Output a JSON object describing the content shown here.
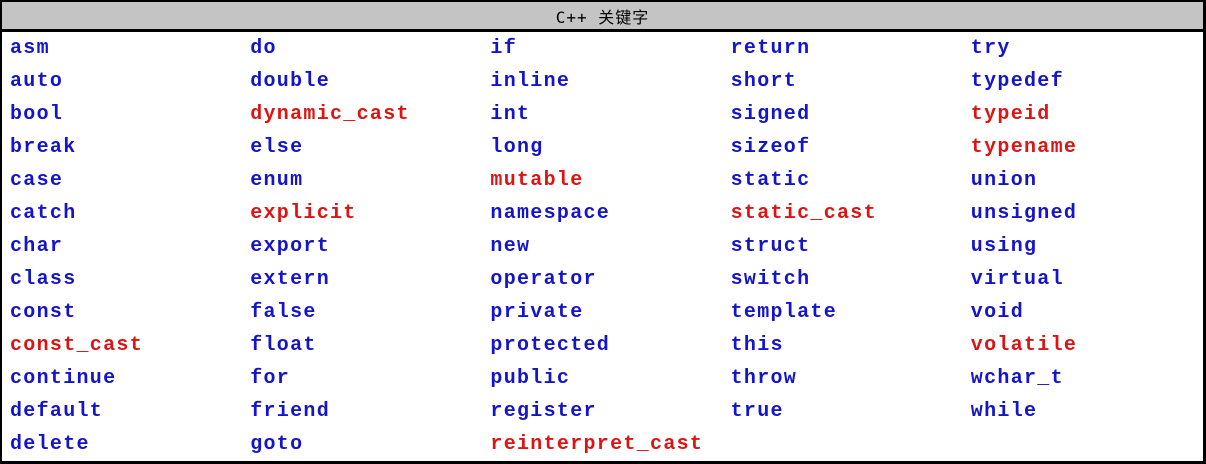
{
  "header": {
    "title": "C++ 关键字"
  },
  "colors": {
    "blue": "#1414C8",
    "red": "#DC1414",
    "header_bg": "#C4C4C4",
    "body_bg": "#FFFFFF",
    "border": "#000000"
  },
  "table": {
    "columns": 5,
    "rows": [
      [
        {
          "label": "asm",
          "color": "blue"
        },
        {
          "label": "do",
          "color": "blue"
        },
        {
          "label": "if",
          "color": "blue"
        },
        {
          "label": "return",
          "color": "blue"
        },
        {
          "label": "try",
          "color": "blue"
        }
      ],
      [
        {
          "label": "auto",
          "color": "blue"
        },
        {
          "label": "double",
          "color": "blue"
        },
        {
          "label": "inline",
          "color": "blue"
        },
        {
          "label": "short",
          "color": "blue"
        },
        {
          "label": "typedef",
          "color": "blue"
        }
      ],
      [
        {
          "label": "bool",
          "color": "blue"
        },
        {
          "label": "dynamic_cast",
          "color": "red"
        },
        {
          "label": "int",
          "color": "blue"
        },
        {
          "label": "signed",
          "color": "blue"
        },
        {
          "label": "typeid",
          "color": "red"
        }
      ],
      [
        {
          "label": "break",
          "color": "blue"
        },
        {
          "label": "else",
          "color": "blue"
        },
        {
          "label": "long",
          "color": "blue"
        },
        {
          "label": "sizeof",
          "color": "blue"
        },
        {
          "label": "typename",
          "color": "red"
        }
      ],
      [
        {
          "label": "case",
          "color": "blue"
        },
        {
          "label": "enum",
          "color": "blue"
        },
        {
          "label": "mutable",
          "color": "red"
        },
        {
          "label": "static",
          "color": "blue"
        },
        {
          "label": "union",
          "color": "blue"
        }
      ],
      [
        {
          "label": "catch",
          "color": "blue"
        },
        {
          "label": "explicit",
          "color": "red"
        },
        {
          "label": "namespace",
          "color": "blue"
        },
        {
          "label": "static_cast",
          "color": "red"
        },
        {
          "label": "unsigned",
          "color": "blue"
        }
      ],
      [
        {
          "label": "char",
          "color": "blue"
        },
        {
          "label": "export",
          "color": "blue"
        },
        {
          "label": "new",
          "color": "blue"
        },
        {
          "label": "struct",
          "color": "blue"
        },
        {
          "label": "using",
          "color": "blue"
        }
      ],
      [
        {
          "label": "class",
          "color": "blue"
        },
        {
          "label": "extern",
          "color": "blue"
        },
        {
          "label": "operator",
          "color": "blue"
        },
        {
          "label": "switch",
          "color": "blue"
        },
        {
          "label": "virtual",
          "color": "blue"
        }
      ],
      [
        {
          "label": "const",
          "color": "blue"
        },
        {
          "label": "false",
          "color": "blue"
        },
        {
          "label": "private",
          "color": "blue"
        },
        {
          "label": "template",
          "color": "blue"
        },
        {
          "label": "void",
          "color": "blue"
        }
      ],
      [
        {
          "label": "const_cast",
          "color": "red"
        },
        {
          "label": "float",
          "color": "blue"
        },
        {
          "label": "protected",
          "color": "blue"
        },
        {
          "label": "this",
          "color": "blue"
        },
        {
          "label": "volatile",
          "color": "red"
        }
      ],
      [
        {
          "label": "continue",
          "color": "blue"
        },
        {
          "label": "for",
          "color": "blue"
        },
        {
          "label": "public",
          "color": "blue"
        },
        {
          "label": "throw",
          "color": "blue"
        },
        {
          "label": "wchar_t",
          "color": "blue"
        }
      ],
      [
        {
          "label": "default",
          "color": "blue"
        },
        {
          "label": "friend",
          "color": "blue"
        },
        {
          "label": "register",
          "color": "blue"
        },
        {
          "label": "true",
          "color": "blue"
        },
        {
          "label": "while",
          "color": "blue"
        }
      ],
      [
        {
          "label": "delete",
          "color": "blue"
        },
        {
          "label": "goto",
          "color": "blue"
        },
        {
          "label": "reinterpret_cast",
          "color": "red"
        },
        {
          "label": "",
          "color": "blue"
        },
        {
          "label": "",
          "color": "blue"
        }
      ]
    ]
  }
}
